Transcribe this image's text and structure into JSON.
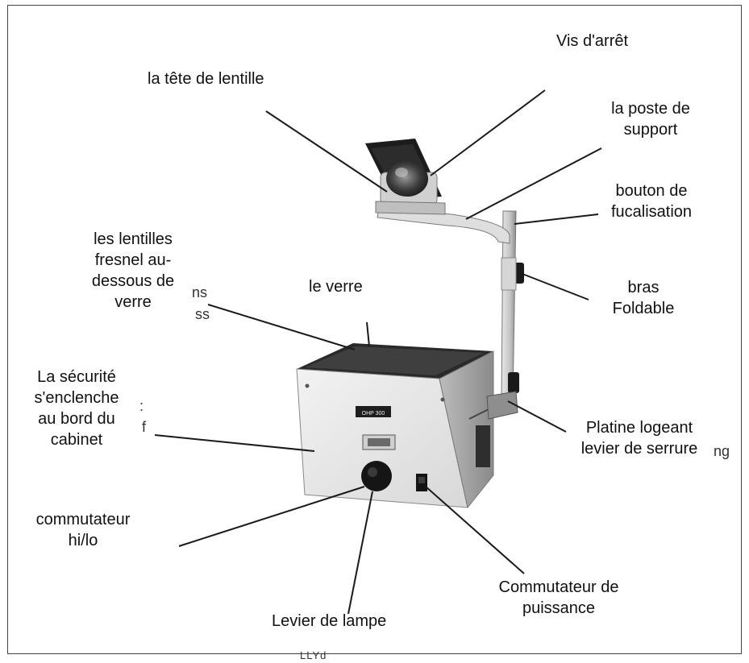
{
  "labels": {
    "vis_arret": "Vis d'arrêt",
    "tete_lentille": "la tête de lentille",
    "poste_support_1": "la poste de",
    "poste_support_2": "support",
    "bouton_focal_1": "bouton de",
    "bouton_focal_2": "fucalisation",
    "fresnel_1": "les lentilles",
    "fresnel_2": "fresnel au-",
    "fresnel_3": "dessous de",
    "fresnel_4": "verre",
    "verre": "le verre",
    "bras_1": "bras",
    "bras_2": "Foldable",
    "securite_1": "La sécurité",
    "securite_2": "s'enclenche",
    "securite_3": "au bord du",
    "securite_4": "cabinet",
    "platine_1": "Platine logeant",
    "platine_2": "levier de serrure",
    "commutateur_hilo_1": "commutateur",
    "commutateur_hilo_2": "hi/lo",
    "levier_lampe": "Levier de lampe",
    "puissance_1": "Commutateur de",
    "puissance_2": "puissance"
  },
  "fragments": {
    "ns": "ns",
    "ss": "ss",
    "ng": "ng",
    "colon_mark": ":",
    "f_mark": "f",
    "bottom_mark": "LLYd"
  },
  "panel": {
    "badge": "OHP 300"
  },
  "colors": {
    "line": "#1a1a1a",
    "metal_light": "#e6e6e6",
    "metal_mid": "#bdbdbd",
    "metal_dark": "#6f6f6f",
    "black": "#111111"
  }
}
